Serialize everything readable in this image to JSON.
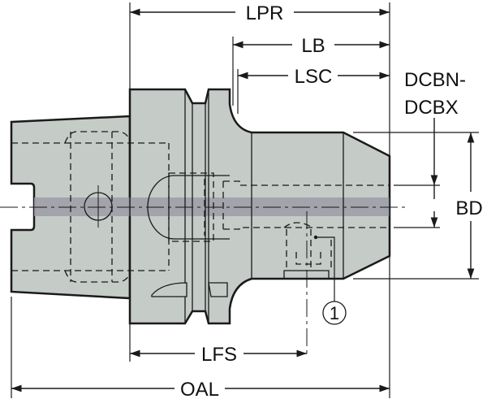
{
  "diagram": {
    "dimensions": {
      "lpr": "LPR",
      "lb": "LB",
      "lsc": "LSC",
      "dcbn": "DCBN-",
      "dcbx": "DCBX",
      "bd": "BD",
      "lfs": "LFS",
      "oal": "OAL"
    },
    "callout": "1",
    "colors": {
      "body": "#c5cbc7",
      "axis_band": "#9b9ca6",
      "line": "#1a1a1a"
    }
  }
}
